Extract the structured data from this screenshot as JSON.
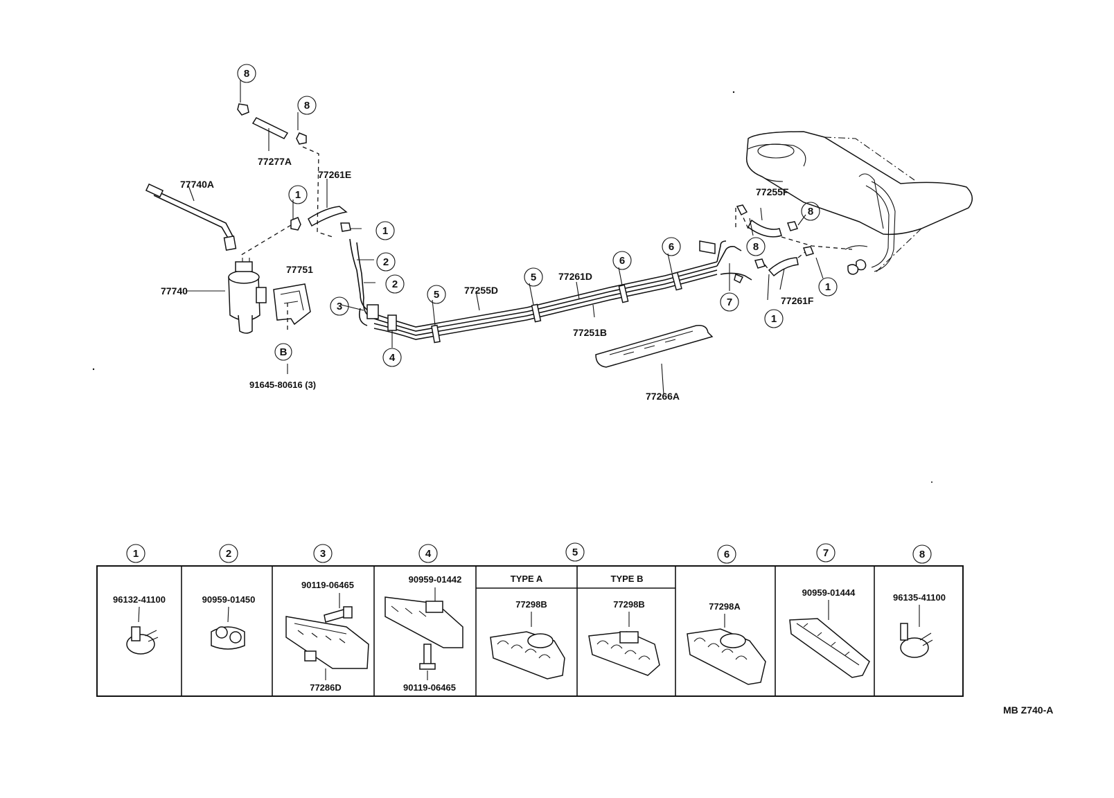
{
  "callouts": {
    "c8a": "8",
    "c8b": "8",
    "c1a": "1",
    "c1b": "1",
    "c2a": "2",
    "c2b": "2",
    "c3": "3",
    "c4": "4",
    "c5a": "5",
    "c5b": "5",
    "c6a": "6",
    "c6b": "6",
    "c7": "7",
    "c8c": "8",
    "c8d": "8",
    "c1c": "1",
    "c1d": "1",
    "cB": "B"
  },
  "part_labels": {
    "p77277A": "77277A",
    "p77261E": "77261E",
    "p77740A": "77740A",
    "p77740": "77740",
    "p77751": "77751",
    "p91645": "91645-80616 (3)",
    "p77255D": "77255D",
    "p77261D": "77261D",
    "p77251B": "77251B",
    "p77255F": "77255F",
    "p77261F": "77261F",
    "p77266A": "77266A"
  },
  "legend": {
    "headers": [
      "1",
      "2",
      "3",
      "4",
      "5",
      "6",
      "7",
      "8"
    ],
    "cells": {
      "c1": "96132-41100",
      "c2": "90959-01450",
      "c3_top": "90119-06465",
      "c3_bottom": "77286D",
      "c4_top": "90959-01442",
      "c4_bottom": "90119-06465",
      "c5_type_a": "TYPE A",
      "c5_type_b": "TYPE B",
      "c5a_part": "77298B",
      "c5b_part": "77298B",
      "c6": "77298A",
      "c7": "90959-01444",
      "c8": "96135-41100"
    }
  },
  "figure_code": "MB  Z740-A"
}
